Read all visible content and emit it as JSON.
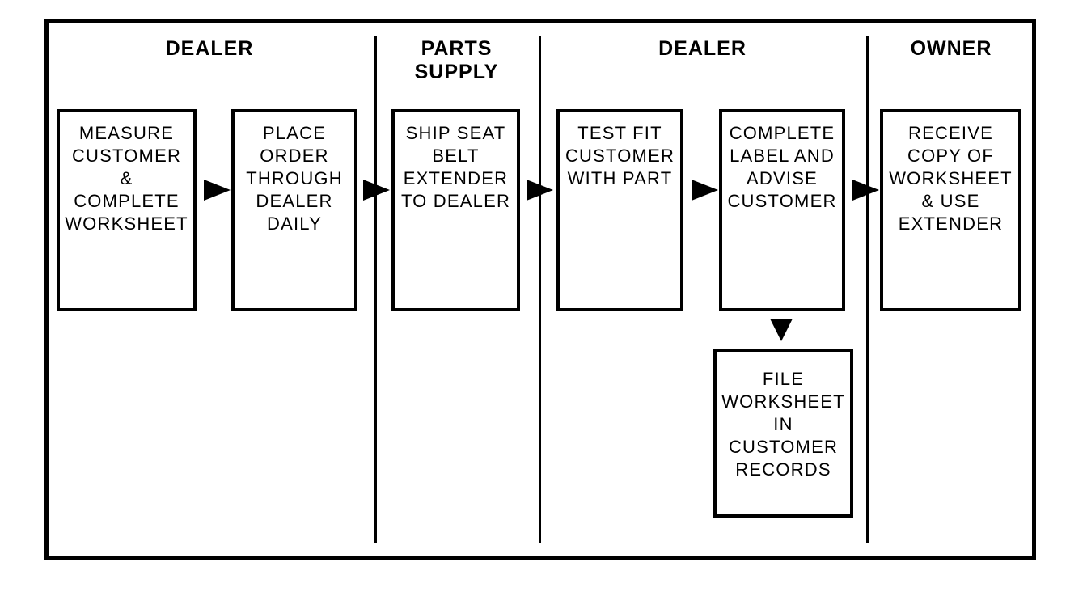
{
  "diagram": {
    "type": "flowchart",
    "colors": {
      "line": "#000000",
      "background": "#ffffff",
      "text": "#000000"
    },
    "lanes": [
      {
        "label": "DEALER"
      },
      {
        "label": "PARTS\nSUPPLY"
      },
      {
        "label": "DEALER"
      },
      {
        "label": "OWNER"
      }
    ],
    "boxes": [
      {
        "lane": "DEALER",
        "text": "MEASURE\nCUSTOMER\n&\nCOMPLETE\nWORKSHEET"
      },
      {
        "lane": "DEALER",
        "text": "PLACE\nORDER\nTHROUGH\nDEALER\nDAILY"
      },
      {
        "lane": "PARTS SUPPLY",
        "text": "SHIP SEAT\nBELT\nEXTENDER\nTO DEALER"
      },
      {
        "lane": "DEALER",
        "text": "TEST FIT\nCUSTOMER\nWITH PART"
      },
      {
        "lane": "DEALER",
        "text": "COMPLETE\nLABEL AND\nADVISE\nCUSTOMER"
      },
      {
        "lane": "OWNER",
        "text": "RECEIVE\nCOPY OF\nWORKSHEET\n& USE\nEXTENDER"
      },
      {
        "lane": "DEALER",
        "text": "FILE\nWORKSHEET\nIN\nCUSTOMER\nRECORDS"
      }
    ],
    "connections": [
      {
        "from": 0,
        "to": 1,
        "direction": "right"
      },
      {
        "from": 1,
        "to": 2,
        "direction": "right"
      },
      {
        "from": 2,
        "to": 3,
        "direction": "right"
      },
      {
        "from": 3,
        "to": 4,
        "direction": "right"
      },
      {
        "from": 4,
        "to": 5,
        "direction": "right"
      },
      {
        "from": 4,
        "to": 6,
        "direction": "down"
      }
    ],
    "icons": {
      "arrow_right": "▶",
      "arrow_down": "▼"
    }
  }
}
